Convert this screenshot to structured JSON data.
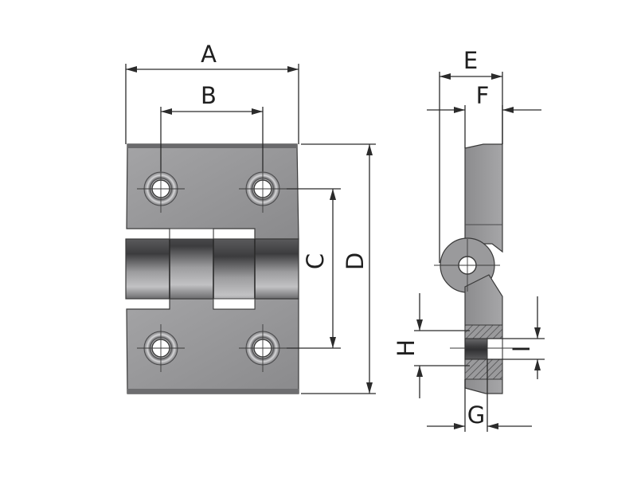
{
  "labels": {
    "A": "A",
    "B": "B",
    "C": "C",
    "D": "D",
    "E": "E",
    "F": "F",
    "G": "G",
    "H": "H",
    "I": "I"
  },
  "colors": {
    "body": "#8e8e90",
    "body_light": "#a7a7a9",
    "knuckle_dark": "#3e3e40",
    "knuckle_mid": "#777779",
    "knuckle_light": "#b7b7b9",
    "line": "#2b2b2b",
    "background": "#ffffff"
  }
}
